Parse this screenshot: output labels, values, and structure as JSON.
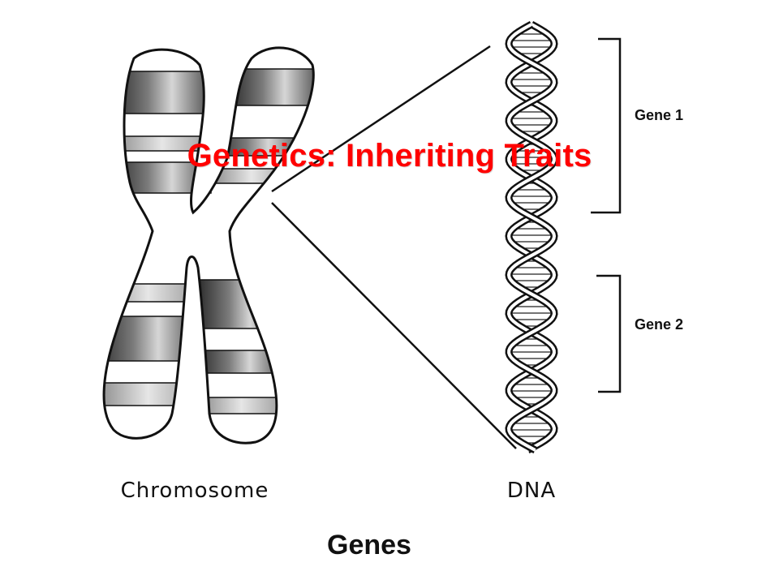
{
  "slide": {
    "title": "Genetics: Inheriting Traits"
  },
  "diagram": {
    "chromosome_label": "Chromosome",
    "dna_label": "DNA",
    "gene_labels": [
      "Gene 1",
      "Gene 2"
    ],
    "caption": "Genes",
    "colors": {
      "title": "#ff0000",
      "ink": "#111111",
      "band_dark": "#5a5a5a",
      "band_light": "#d8d8d8"
    }
  }
}
